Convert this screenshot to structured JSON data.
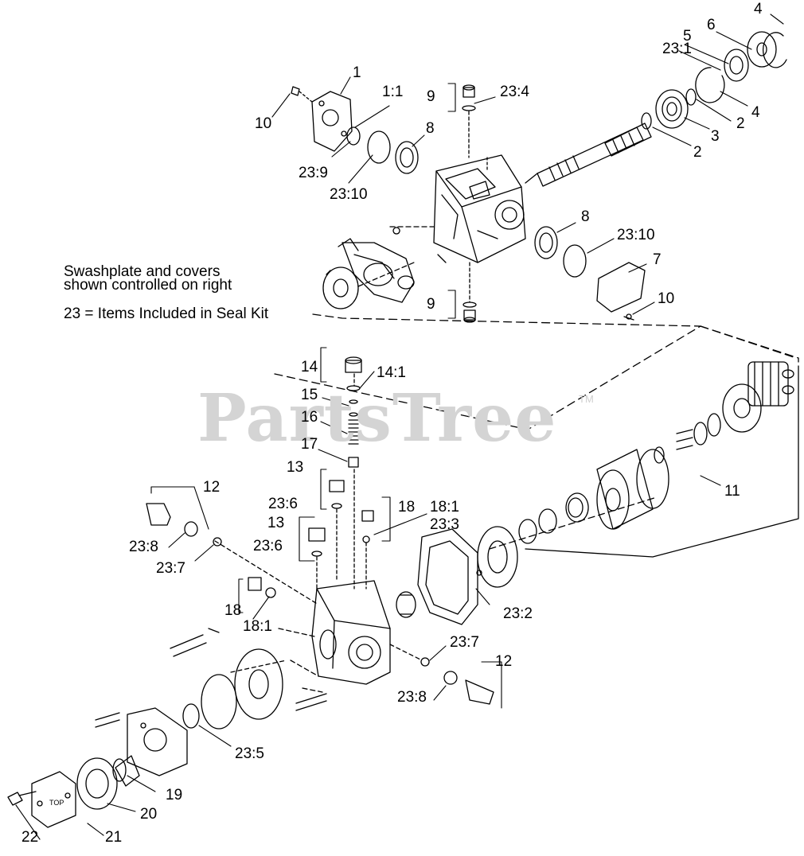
{
  "watermark": "PartsTree",
  "watermark_mark": "TM",
  "notes": {
    "line1": "Swashplate and covers",
    "line2": "shown controlled on right",
    "legend": "23 = Items Included in Seal Kit"
  },
  "cover_text": "TOP",
  "callouts": [
    {
      "id": "c-4a",
      "text": "4"
    },
    {
      "id": "c-6",
      "text": "6"
    },
    {
      "id": "c-5",
      "text": "5"
    },
    {
      "id": "c-23-1",
      "text": "23:1"
    },
    {
      "id": "c-1",
      "text": "1"
    },
    {
      "id": "c-1-1",
      "text": "1:1"
    },
    {
      "id": "c-9a",
      "text": "9"
    },
    {
      "id": "c-23-4",
      "text": "23:4"
    },
    {
      "id": "c-10a",
      "text": "10"
    },
    {
      "id": "c-4b",
      "text": "4"
    },
    {
      "id": "c-2a",
      "text": "2"
    },
    {
      "id": "c-3",
      "text": "3"
    },
    {
      "id": "c-2b",
      "text": "2"
    },
    {
      "id": "c-8a",
      "text": "8"
    },
    {
      "id": "c-23-9",
      "text": "23:9"
    },
    {
      "id": "c-23-10a",
      "text": "23:10"
    },
    {
      "id": "c-8b",
      "text": "8"
    },
    {
      "id": "c-23-10b",
      "text": "23:10"
    },
    {
      "id": "c-7",
      "text": "7"
    },
    {
      "id": "c-10b",
      "text": "10"
    },
    {
      "id": "c-9b",
      "text": "9"
    },
    {
      "id": "c-14",
      "text": "14"
    },
    {
      "id": "c-14-1",
      "text": "14:1"
    },
    {
      "id": "c-15",
      "text": "15"
    },
    {
      "id": "c-16",
      "text": "16"
    },
    {
      "id": "c-17",
      "text": "17"
    },
    {
      "id": "c-13a",
      "text": "13"
    },
    {
      "id": "c-12a",
      "text": "12"
    },
    {
      "id": "c-23-6a",
      "text": "23:6"
    },
    {
      "id": "c-18a",
      "text": "18"
    },
    {
      "id": "c-18-1a",
      "text": "18:1"
    },
    {
      "id": "c-23-3",
      "text": "23:3"
    },
    {
      "id": "c-11",
      "text": "11"
    },
    {
      "id": "c-13b",
      "text": "13"
    },
    {
      "id": "c-23-8a",
      "text": "23:8"
    },
    {
      "id": "c-23-6b",
      "text": "23:6"
    },
    {
      "id": "c-23-7a",
      "text": "23:7"
    },
    {
      "id": "c-23-2",
      "text": "23:2"
    },
    {
      "id": "c-18b",
      "text": "18"
    },
    {
      "id": "c-18-1b",
      "text": "18:1"
    },
    {
      "id": "c-23-7b",
      "text": "23:7"
    },
    {
      "id": "c-12b",
      "text": "12"
    },
    {
      "id": "c-23-8b",
      "text": "23:8"
    },
    {
      "id": "c-23-5",
      "text": "23:5"
    },
    {
      "id": "c-19",
      "text": "19"
    },
    {
      "id": "c-20",
      "text": "20"
    },
    {
      "id": "c-22",
      "text": "22"
    },
    {
      "id": "c-21",
      "text": "21"
    }
  ]
}
